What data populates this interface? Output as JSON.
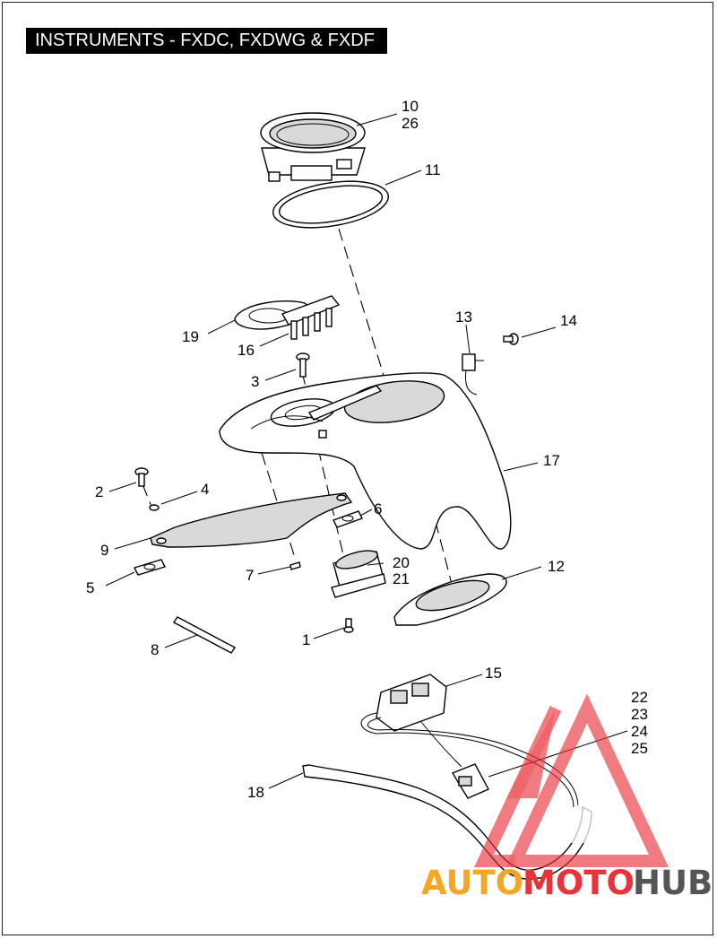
{
  "title": "INSTRUMENTS - FXDC, FXDWG & FXDF",
  "callouts": {
    "c1": "1",
    "c2": "2",
    "c3": "3",
    "c4": "4",
    "c5": "5",
    "c6": "6",
    "c7": "7",
    "c8": "8",
    "c9": "9",
    "c10": "10",
    "c11": "11",
    "c12": "12",
    "c13": "13",
    "c14": "14",
    "c15": "15",
    "c16": "16",
    "c17": "17",
    "c18": "18",
    "c19": "19",
    "c20": "20",
    "c21": "21",
    "c22": "22",
    "c23": "23",
    "c24": "24",
    "c25": "25",
    "c26": "26"
  },
  "watermark": {
    "part1": "AUTO",
    "part2": "MOTO",
    "part3": "HUB",
    "colors": {
      "orange": "#f5a623",
      "red": "#e8333a",
      "gray": "#555555"
    }
  }
}
